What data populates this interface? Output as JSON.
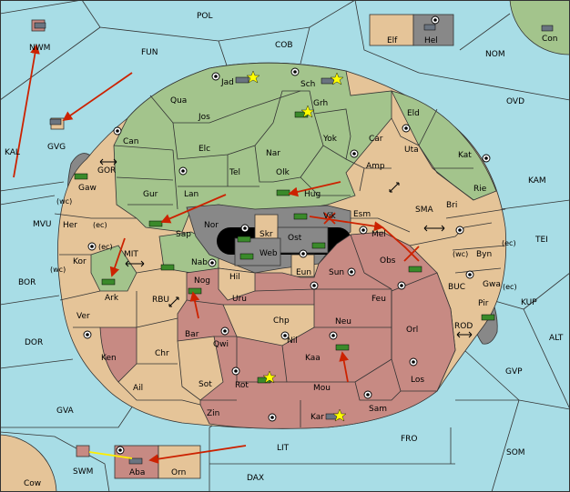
{
  "map": {
    "colors": {
      "sea": "#a8dde6",
      "player_green": "#a3c48c",
      "player_tan": "#e5c498",
      "player_red": "#c78a83",
      "neutral_grey": "#888888",
      "order_arrow": "#cc2200",
      "support_arrow": "#ffee00",
      "unit_green": "#3a8a2a",
      "unit_grey": "#6a7480",
      "star": "#ffff00"
    },
    "sea_labels": {
      "pol": "POL",
      "fun": "FUN",
      "cob": "COB",
      "nom": "NOM",
      "ovd": "OVD",
      "kal": "KAL",
      "kam": "KAM",
      "mvu": "MVU",
      "tei": "TEI",
      "bor": "BOR",
      "dor": "DOR",
      "alt": "ALT",
      "kup": "KUP",
      "gvp": "GVP",
      "gva": "GVA",
      "som": "SOM",
      "fro": "FRO",
      "lit": "LIT",
      "dax": "DAX",
      "gor": "GOR",
      "mit": "MIT",
      "rbu": "RBU",
      "sma": "SMA",
      "buc": "BUC",
      "rod": "ROD"
    },
    "coast_labels": {
      "her_wc": "(wc)",
      "her_ec": "(ec)",
      "kor_ec": "(ec)",
      "kor_wc": "(wc)",
      "byn_wc": "(wc)",
      "byn_ec": "(ec)",
      "gwa_ec": "(ec)"
    },
    "territory_labels": {
      "nwm": "NWM",
      "gvg": "GVG",
      "elf": "Elf",
      "hel": "Hel",
      "con": "Con",
      "jad": "Jad",
      "sch": "Sch",
      "qua": "Qua",
      "jos": "Jos",
      "grh": "Grh",
      "eld": "Eld",
      "can": "Can",
      "elc": "Elc",
      "nar": "Nar",
      "yok": "Yok",
      "car": "Car",
      "uta": "Uta",
      "kat": "Kat",
      "gaw": "Gaw",
      "tel": "Tel",
      "olk": "Olk",
      "amp": "Amp",
      "gur": "Gur",
      "lan": "Lan",
      "hug": "Hug",
      "rie": "Rie",
      "bri": "Bri",
      "her": "Her",
      "nor": "Nor",
      "skr": "Skr",
      "vik": "Vik",
      "esm": "Esm",
      "sap": "Sap",
      "ost": "Ost",
      "mel": "Mel",
      "byn": "Byn",
      "kor": "Kor",
      "web": "Web",
      "nab": "Nab",
      "eun": "Eun",
      "sun": "Sun",
      "obs": "Obs",
      "gwa": "Gwa",
      "ark": "Ark",
      "hil": "Hil",
      "nog": "Nog",
      "pir": "Pir",
      "uru": "Uru",
      "feu": "Feu",
      "ver": "Ver",
      "chp": "Chp",
      "neu": "Neu",
      "orl": "Orl",
      "bar": "Bar",
      "qwi": "Qwi",
      "nil": "Nil",
      "ken": "Ken",
      "chr": "Chr",
      "kaa": "Kaa",
      "los": "Los",
      "ail": "Ail",
      "sot": "Sot",
      "rot": "Rot",
      "mou": "Mou",
      "zin": "Zin",
      "sam": "Sam",
      "kar": "Kar",
      "swm": "SWM",
      "aba": "Aba",
      "orn": "Orn",
      "cow": "Cow"
    }
  }
}
